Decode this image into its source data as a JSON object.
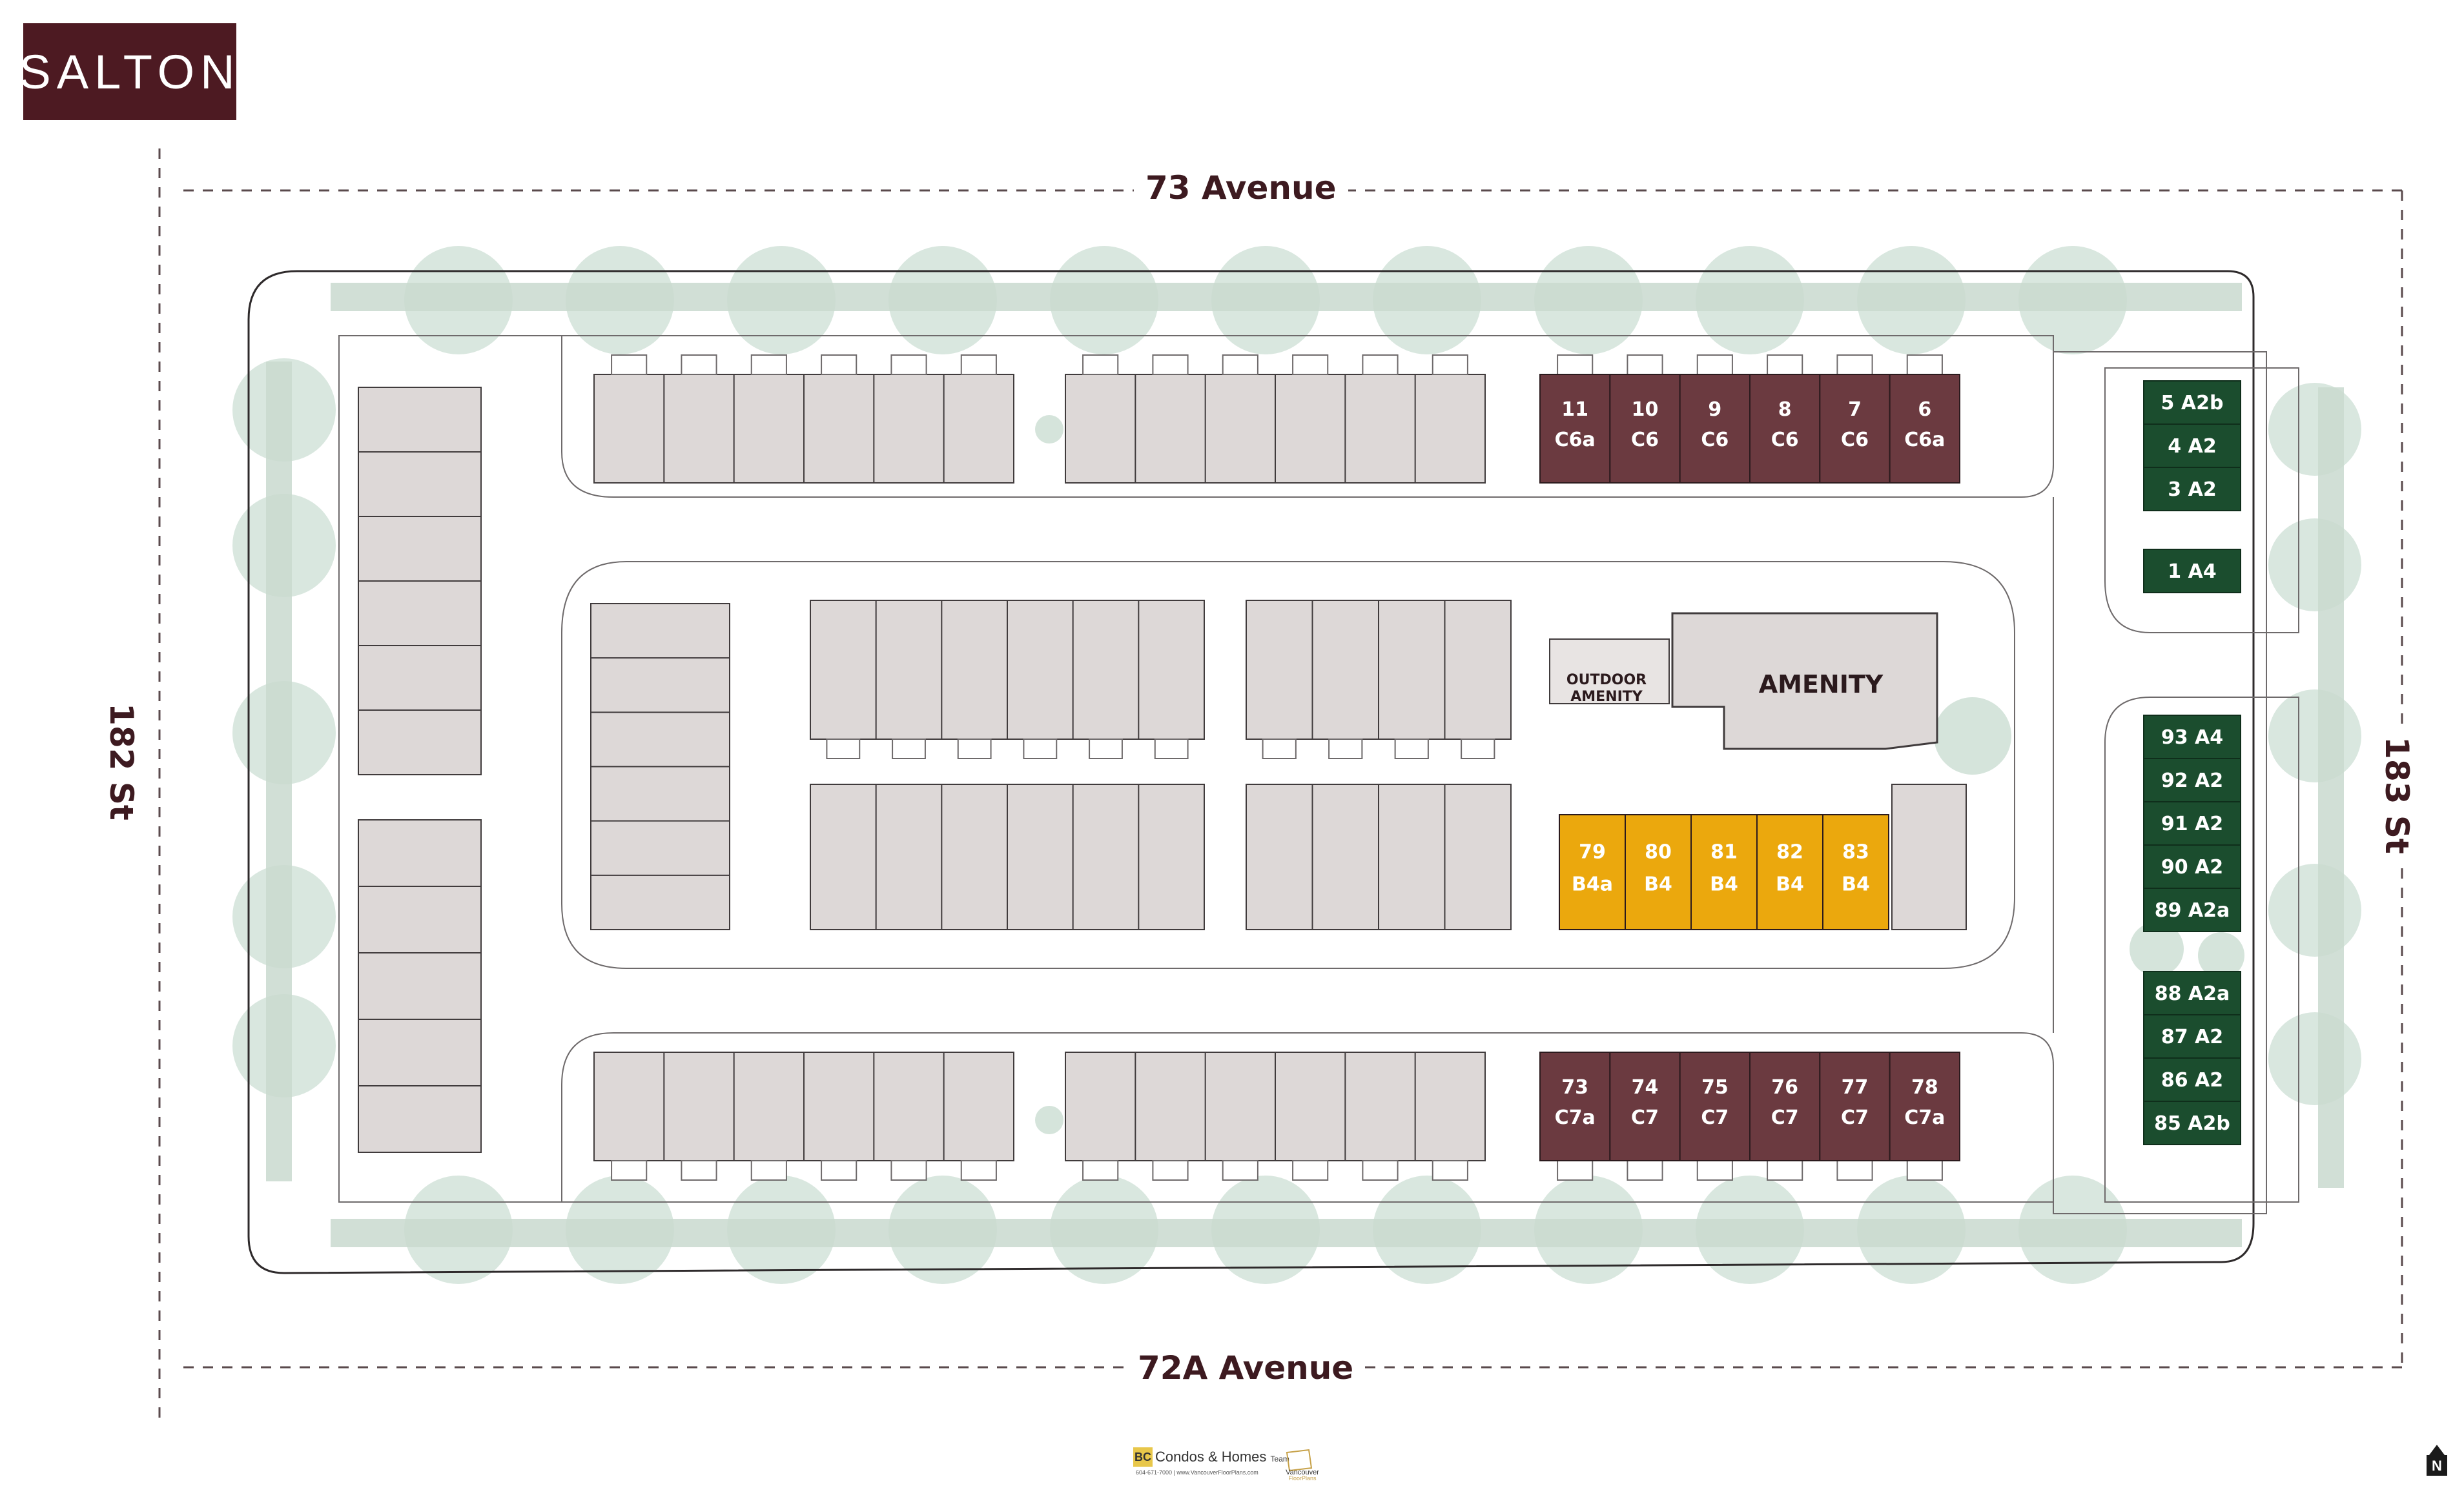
{
  "brand": "SALTON",
  "streets": {
    "north": "73 Avenue",
    "south": "72A Avenue",
    "west": "182 St",
    "east": "183 St"
  },
  "amenity_label": "AMENITY",
  "outdoor_amenity_lines": [
    "OUTDOOR",
    "AMENITY"
  ],
  "colors": {
    "brand": "#4d1a22",
    "maroon_units": "#6b3a40",
    "yellow_units": "#eba80d",
    "green_units": "#1b4d2e",
    "building": "#ddd8d7",
    "tree": "#d5e4db",
    "street_text": "#3d1a20"
  },
  "units": {
    "north_row": [
      {
        "number": "11",
        "type": "C6a"
      },
      {
        "number": "10",
        "type": "C6"
      },
      {
        "number": "9",
        "type": "C6"
      },
      {
        "number": "8",
        "type": "C6"
      },
      {
        "number": "7",
        "type": "C6"
      },
      {
        "number": "6",
        "type": "C6a"
      }
    ],
    "south_row": [
      {
        "number": "73",
        "type": "C7a"
      },
      {
        "number": "74",
        "type": "C7"
      },
      {
        "number": "75",
        "type": "C7"
      },
      {
        "number": "76",
        "type": "C7"
      },
      {
        "number": "77",
        "type": "C7"
      },
      {
        "number": "78",
        "type": "C7a"
      }
    ],
    "center_row": [
      {
        "number": "79",
        "type": "B4a"
      },
      {
        "number": "80",
        "type": "B4"
      },
      {
        "number": "81",
        "type": "B4"
      },
      {
        "number": "82",
        "type": "B4"
      },
      {
        "number": "83",
        "type": "B4"
      }
    ],
    "east_upper": [
      "5 A2b",
      "4 A2",
      "3 A2",
      "1 A4"
    ],
    "east_middle": [
      "93 A4",
      "92 A2",
      "91 A2",
      "90 A2",
      "89 A2a"
    ],
    "east_lower": [
      "88 A2a",
      "87 A2",
      "86 A2",
      "85 A2b"
    ]
  },
  "credits": {
    "badge": "BC",
    "brand": "Condos & Homes",
    "team": "Team",
    "contact": "604-671-7000 | www.VancouverFloorPlans.com",
    "vfp": [
      "Vancouver",
      "FloorPlans"
    ]
  },
  "north_arrow": "N"
}
